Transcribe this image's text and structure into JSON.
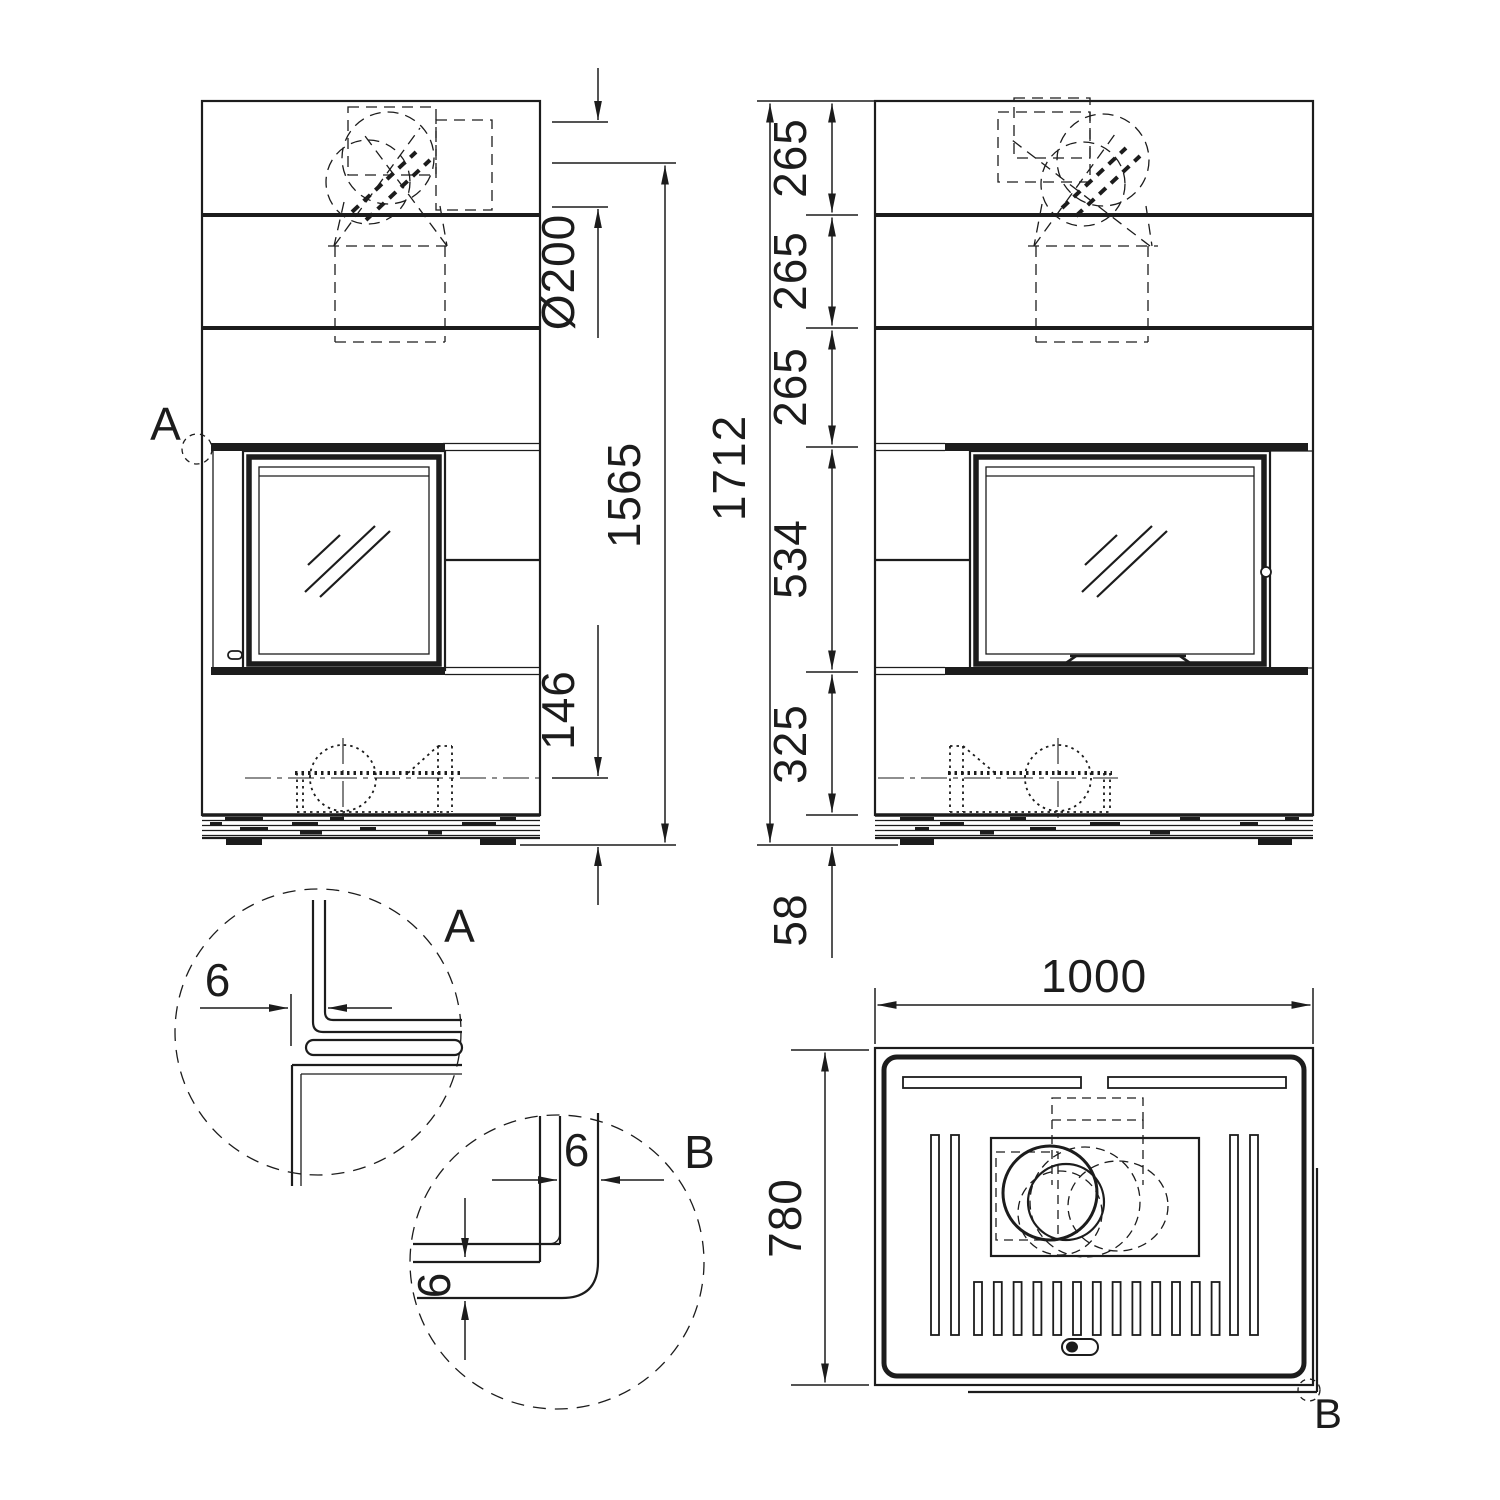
{
  "side_view": {
    "marker_label": "A",
    "dim_flue_diameter": "Ø200",
    "dim_flue_axis_height": "1565",
    "dim_air_axis_height": "146"
  },
  "front_view": {
    "dim_block_top": "265",
    "dim_block_mid": "265",
    "dim_block_low": "265",
    "dim_firebox": "534",
    "dim_base": "325",
    "dim_total_height": "1712",
    "dim_plinth": "58"
  },
  "top_view": {
    "dim_width": "1000",
    "dim_depth": "780",
    "corner_marker_label": "B"
  },
  "detail_a": {
    "label": "A",
    "dim_gap": "6"
  },
  "detail_b": {
    "label": "B",
    "dim_gap_horizontal": "6",
    "dim_gap_vertical": "6"
  },
  "colors": {
    "line": "#1c1c1c",
    "background": "#ffffff"
  }
}
